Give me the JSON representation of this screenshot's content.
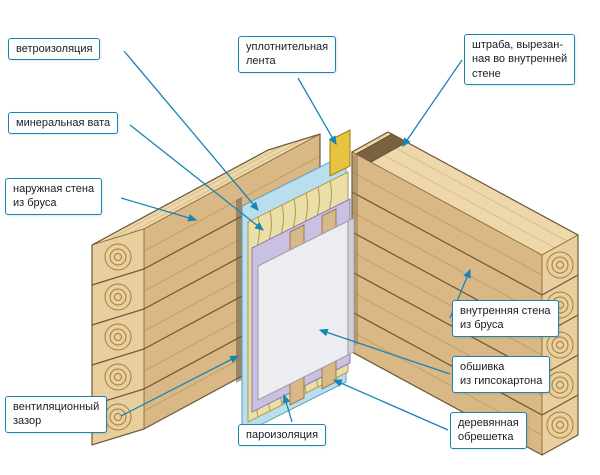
{
  "diagram": {
    "subject": "wall-insulation-construction-scheme",
    "labels": {
      "wind_insulation": "ветроизоляция",
      "mineral_wool": "минеральная вата",
      "outer_wall": "наружная стена\nиз бруса",
      "ventilation_gap": "вентиляционный\nзазор",
      "sealing_tape": "уплотнительная\nлента",
      "groove": "штраба, вырезан-\nная во внутренней\nстене",
      "inner_wall": "внутренняя стена\nиз бруса",
      "drywall": "обшивка\nиз гипсокартона",
      "lathing": "деревянная\nобрешетка",
      "vapor_barrier": "пароизоляция"
    },
    "colors": {
      "accent": "#1786b5",
      "wood_face": "#d9b886",
      "wood_end": "#e8cf9e",
      "wood_top": "#edd7ab",
      "wind_insulation": "#b9dfee",
      "mineral_wool": "#eadfa6",
      "vapor_barrier": "#cac1e2",
      "drywall": "#ededf1",
      "sealing_tape": "#e8c33f"
    }
  }
}
